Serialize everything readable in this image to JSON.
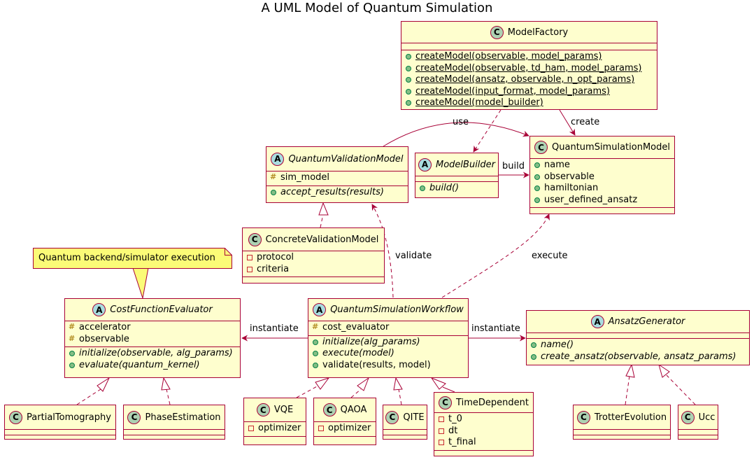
{
  "title": "A UML Model of Quantum Simulation",
  "colors": {
    "border": "#A80036",
    "fill": "#FEFECE",
    "note_fill": "#FBFB77",
    "class_spot": "#ADD1B2",
    "abstract_spot": "#A9DCDF"
  },
  "classes": {
    "model_factory": {
      "name": "ModelFactory",
      "spot": "C",
      "fields": [],
      "methods": [
        "createModel(observable, model_params)",
        "createModel(observable, td_ham, model_params)",
        "createModel(ansatz, observable, n_opt_params)",
        "createModel(input_format, model_params)",
        "createModel(model_builder)"
      ]
    },
    "quantum_validation_model": {
      "name": "QuantumValidationModel",
      "spot": "A",
      "fields": [
        "sim_model"
      ],
      "methods": [
        "accept_results(results)"
      ]
    },
    "model_builder": {
      "name": "ModelBuilder",
      "spot": "A",
      "fields": [],
      "methods": [
        "build()"
      ]
    },
    "quantum_simulation_model": {
      "name": "QuantumSimulationModel",
      "spot": "C",
      "fields": [
        "name",
        "observable",
        "hamiltonian",
        "user_defined_ansatz"
      ],
      "methods": []
    },
    "concrete_validation_model": {
      "name": "ConcreteValidationModel",
      "spot": "C",
      "fields": [
        "protocol",
        "criteria"
      ],
      "methods": []
    },
    "cost_function_evaluator": {
      "name": "CostFunctionEvaluator",
      "spot": "A",
      "fields": [
        "accelerator",
        "observable"
      ],
      "methods": [
        "initialize(observable, alg_params)",
        "evaluate(quantum_kernel)"
      ]
    },
    "quantum_simulation_workflow": {
      "name": "QuantumSimulationWorkflow",
      "spot": "A",
      "fields": [
        "cost_evaluator"
      ],
      "methods": [
        "initialize(alg_params)",
        "execute(model)",
        "validate(results, model)"
      ]
    },
    "ansatz_generator": {
      "name": "AnsatzGenerator",
      "spot": "A",
      "fields": [],
      "methods": [
        "name()",
        "create_ansatz(observable, ansatz_params)"
      ]
    },
    "partial_tomography": {
      "name": "PartialTomography",
      "spot": "C",
      "fields": [],
      "methods": []
    },
    "phase_estimation": {
      "name": "PhaseEstimation",
      "spot": "C",
      "fields": [],
      "methods": []
    },
    "vqe": {
      "name": "VQE",
      "spot": "C",
      "fields": [
        "optimizer"
      ],
      "methods": []
    },
    "qaoa": {
      "name": "QAOA",
      "spot": "C",
      "fields": [
        "optimizer"
      ],
      "methods": []
    },
    "qite": {
      "name": "QITE",
      "spot": "C",
      "fields": [],
      "methods": []
    },
    "time_dependent": {
      "name": "TimeDependent",
      "spot": "C",
      "fields": [
        "t_0",
        "dt",
        "t_final"
      ],
      "methods": []
    },
    "trotter_evolution": {
      "name": "TrotterEvolution",
      "spot": "C",
      "fields": [],
      "methods": []
    },
    "ucc": {
      "name": "Ucc",
      "spot": "C",
      "fields": [],
      "methods": []
    }
  },
  "relations": {
    "use": "use",
    "create": "create",
    "build": "build",
    "validate": "validate",
    "execute": "execute",
    "instantiate_left": "instantiate",
    "instantiate_right": "instantiate"
  },
  "note": {
    "text": "Quantum backend/simulator execution"
  }
}
